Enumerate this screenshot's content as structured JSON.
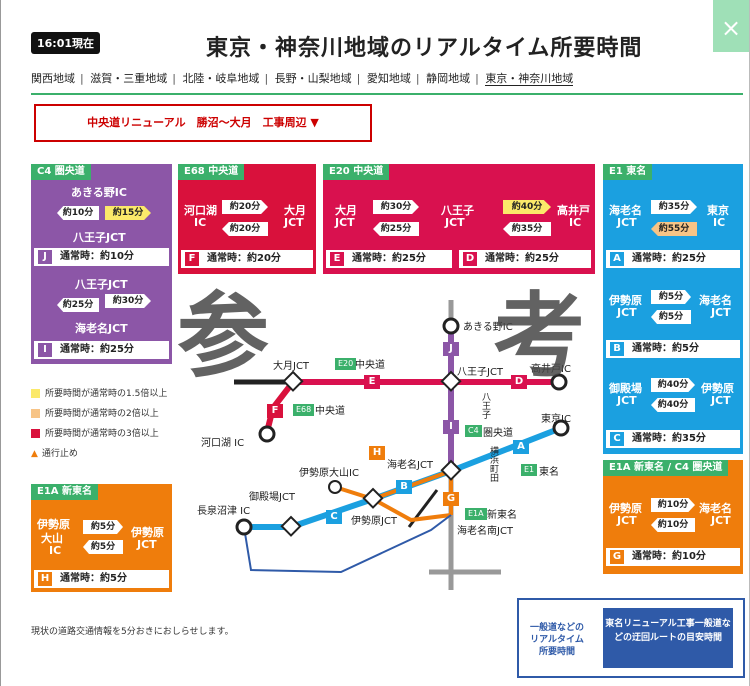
{
  "header": {
    "time": "16:01現在",
    "title": "東京・神奈川地域のリアルタイム所要時間",
    "close": "×"
  },
  "nav": [
    "関西地域",
    "滋賀・三重地域",
    "北陸・岐阜地域",
    "長野・山梨地域",
    "愛知地域",
    "静岡地域",
    "東京・神奈川地域"
  ],
  "notice": "中央道リニューアル　勝沼〜大月　工事周辺 ▼",
  "colors": {
    "c4": "#8c56a7",
    "e68": "#d9113c",
    "e20": "#d9114f",
    "e1": "#1ba0e0",
    "e1a": "#ef7d0c",
    "green": "#3bb06b",
    "blue": "#2f5aa8"
  },
  "c4": {
    "tag": "C4 圏央道",
    "top_from": "あきる野IC",
    "top_t1": "約10分",
    "top_t2": "約15分",
    "top_to": "八王子JCT",
    "J_letter": "J",
    "J_text": "通常時：約10分",
    "bot_from": "八王子JCT",
    "bot_t1": "約25分",
    "bot_t2": "約30分",
    "bot_to": "海老名JCT",
    "I_letter": "I",
    "I_text": "通常時：約25分"
  },
  "e68": {
    "tag": "E68 中央道",
    "left1": "河口湖",
    "left2": "IC",
    "t1": "約20分",
    "t2": "約20分",
    "right1": "大月",
    "right2": "JCT",
    "F_letter": "F",
    "F_text": "通常時：約20分"
  },
  "e20": {
    "tag": "E20 中央道",
    "l1": "大月",
    "l2": "JCT",
    "t1": "約30分",
    "t2": "約25分",
    "m1": "八王子",
    "m2": "JCT",
    "t3": "約40分",
    "t4": "約35分",
    "r1": "高井戸",
    "r2": "IC",
    "E_letter": "E",
    "E_text": "通常時：約25分",
    "D_letter": "D",
    "D_text": "通常時：約25分"
  },
  "e1": {
    "tag": "E1 東名",
    "a_l1": "海老名",
    "a_l2": "JCT",
    "a_t1": "約35分",
    "a_t2": "約55分",
    "a_r1": "東京",
    "a_r2": "IC",
    "A_letter": "A",
    "A_text": "通常時：約25分",
    "b_l1": "伊勢原",
    "b_l2": "JCT",
    "b_t1": "約5分",
    "b_t2": "約5分",
    "b_r1": "海老名",
    "b_r2": "JCT",
    "B_letter": "B",
    "B_text": "通常時：約5分",
    "c_l1": "御殿場",
    "c_l2": "JCT",
    "c_t1": "約40分",
    "c_t2": "約40分",
    "c_r1": "伊勢原",
    "c_r2": "JCT",
    "C_letter": "C",
    "C_text": "通常時：約35分"
  },
  "e1a_right": {
    "tag": "E1A 新東名 / C4 圏央道",
    "l1": "伊勢原",
    "l2": "JCT",
    "t1": "約10分",
    "t2": "約10分",
    "r1": "海老名",
    "r2": "JCT",
    "G_letter": "G",
    "G_text": "通常時：約10分"
  },
  "e1a_left": {
    "tag": "E1A 新東名",
    "l1": "伊勢原",
    "l2": "大山",
    "l3": "IC",
    "t1": "約5分",
    "t2": "約5分",
    "r1": "伊勢原",
    "r2": "JCT",
    "H_letter": "H",
    "H_text": "通常時：約5分"
  },
  "legend": [
    "所要時間が通常時の1.5倍以上",
    "所要時間が通常時の2倍以上",
    "所要時間が通常時の3倍以上",
    "通行止め"
  ],
  "map": {
    "akiruno": "あきる野IC",
    "otsuki": "大月JCT",
    "hachioji": "八王子JCT",
    "takaido": "高井戸IC",
    "e20": "E20",
    "chuo": "中央道",
    "e68": "E68",
    "chuo2": "中央道",
    "kawaguchiko": "河口湖 IC",
    "hachioji_v": "八王子",
    "c4": "C4",
    "kenou": "圏央道",
    "tokyo": "東京IC",
    "yokohama": "横浜町田",
    "ebina": "海老名JCT",
    "e1": "E1",
    "tomei": "東名",
    "isehara_oyama": "伊勢原大山IC",
    "gotemba": "御殿場JCT",
    "nagaizumi": "長泉沼津 IC",
    "isehara": "伊勢原JCT",
    "e1a": "E1A",
    "shintomei": "新東名",
    "ebina_minami": "海老名南JCT"
  },
  "watermark": [
    "参",
    "考"
  ],
  "footer": {
    "note": "現状の道路交通情報を5分おきにおしらせします。",
    "link1": "一般道などのリアルタイム所要時間",
    "link2": "東名リニューアル工事一般道などの迂回ルートの目安時間"
  }
}
